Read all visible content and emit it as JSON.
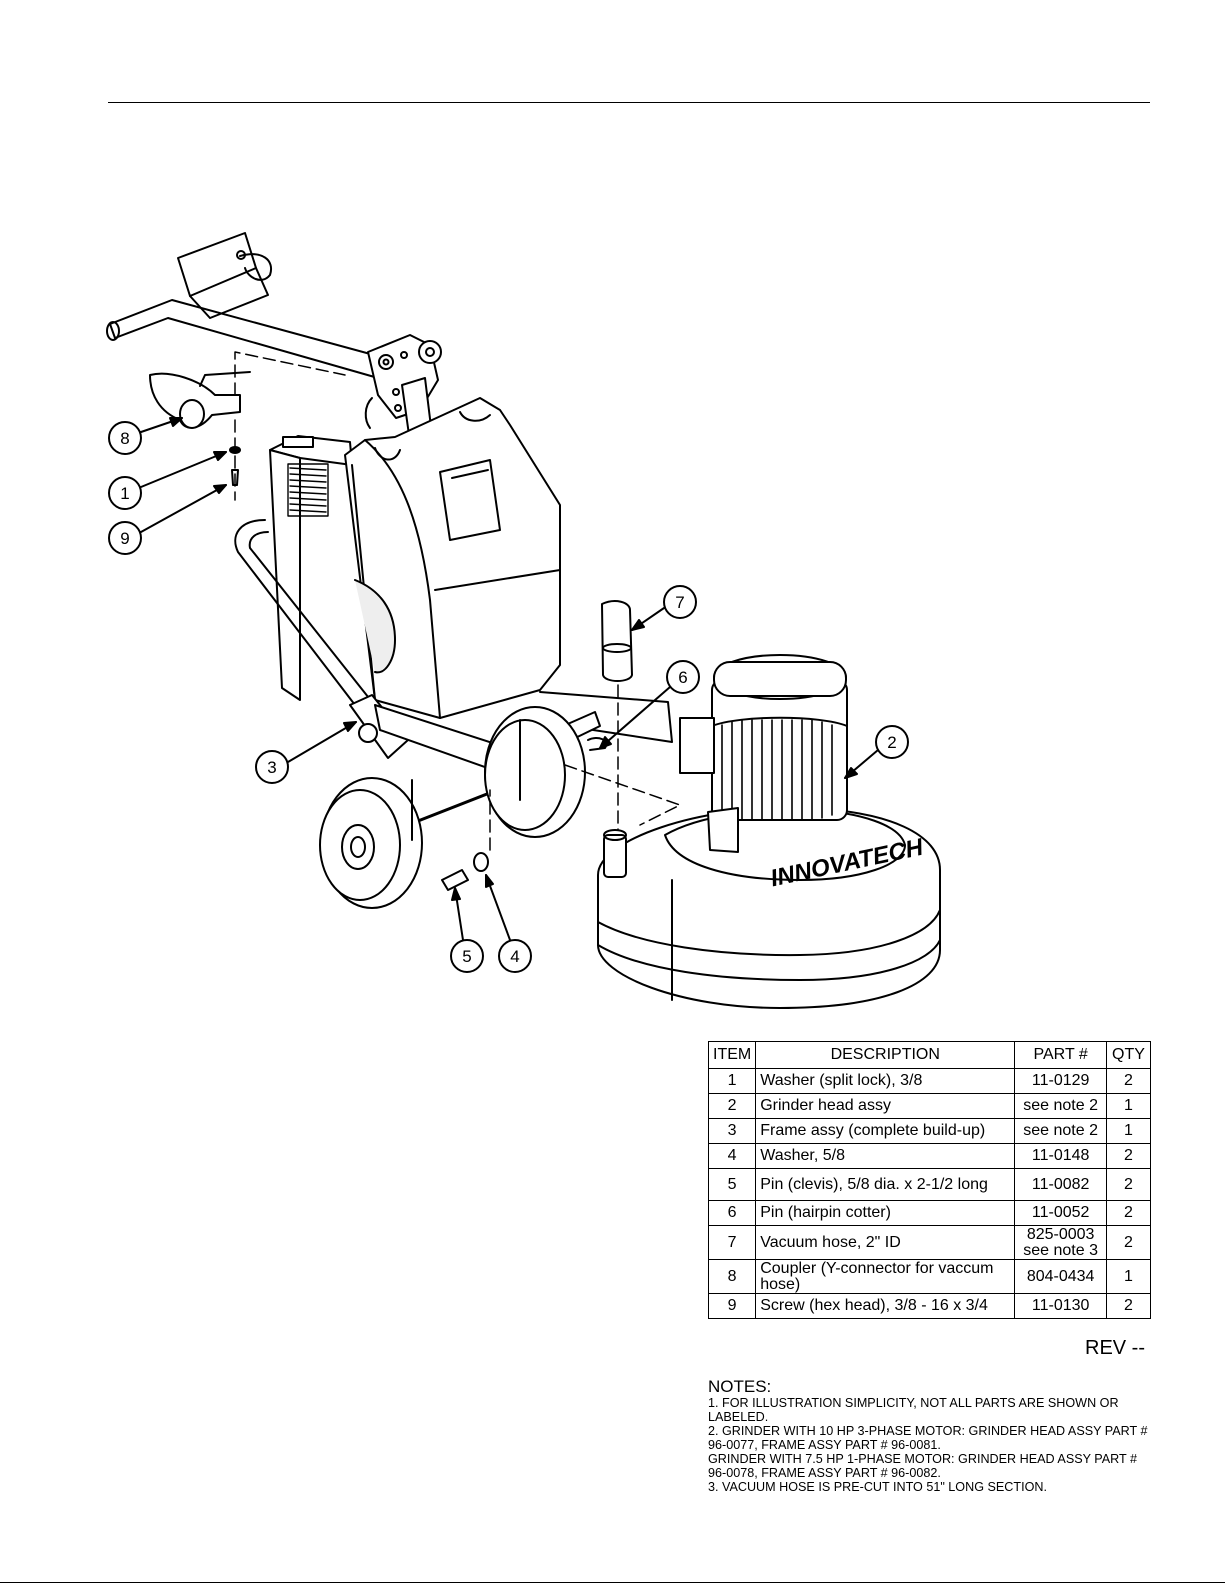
{
  "callouts": [
    "1",
    "2",
    "3",
    "4",
    "5",
    "6",
    "7",
    "8",
    "9"
  ],
  "brand_text": "INNOVATECH",
  "table": {
    "headers": {
      "item": "ITEM",
      "description": "DESCRIPTION",
      "part": "PART #",
      "qty": "QTY"
    },
    "rows": [
      {
        "item": "1",
        "description": "Washer (split lock), 3/8",
        "part": "11-0129",
        "qty": "2"
      },
      {
        "item": "2",
        "description": "Grinder head assy",
        "part": "see note 2",
        "qty": "1"
      },
      {
        "item": "3",
        "description": "Frame assy (complete build-up)",
        "part": "see note 2",
        "qty": "1"
      },
      {
        "item": "4",
        "description": "Washer, 5/8",
        "part": "11-0148",
        "qty": "2"
      },
      {
        "item": "5",
        "description": "Pin (clevis), 5/8 dia. x 2-1/2 long",
        "part": "11-0082",
        "qty": "2"
      },
      {
        "item": "6",
        "description": "Pin (hairpin cotter)",
        "part": "11-0052",
        "qty": "2"
      },
      {
        "item": "7",
        "description": "Vacuum hose, 2\" ID",
        "part": "825-0003",
        "part2": "see note 3",
        "qty": "2"
      },
      {
        "item": "8",
        "description": "Coupler (Y-connector for vaccum hose)",
        "part": "804-0434",
        "qty": "1"
      },
      {
        "item": "9",
        "description": "Screw (hex head), 3/8 - 16 x 3/4",
        "part": "11-0130",
        "qty": "2"
      }
    ]
  },
  "rev": "REV --",
  "notes": {
    "heading": "NOTES:",
    "lines": [
      "1.  FOR ILLUSTRATION SIMPLICITY, NOT ALL PARTS ARE SHOWN OR LABELED.",
      "2.  GRINDER WITH 10 HP 3-PHASE MOTOR:  GRINDER HEAD ASSY PART # 96-0077,  FRAME ASSY PART # 96-0081.",
      "GRINDER WITH 7.5 HP 1-PHASE MOTOR:  GRINDER HEAD ASSY PART # 96-0078,  FRAME ASSY PART # 96-0082.",
      "3.  VACUUM HOSE IS PRE-CUT INTO 51\" LONG SECTION."
    ]
  }
}
